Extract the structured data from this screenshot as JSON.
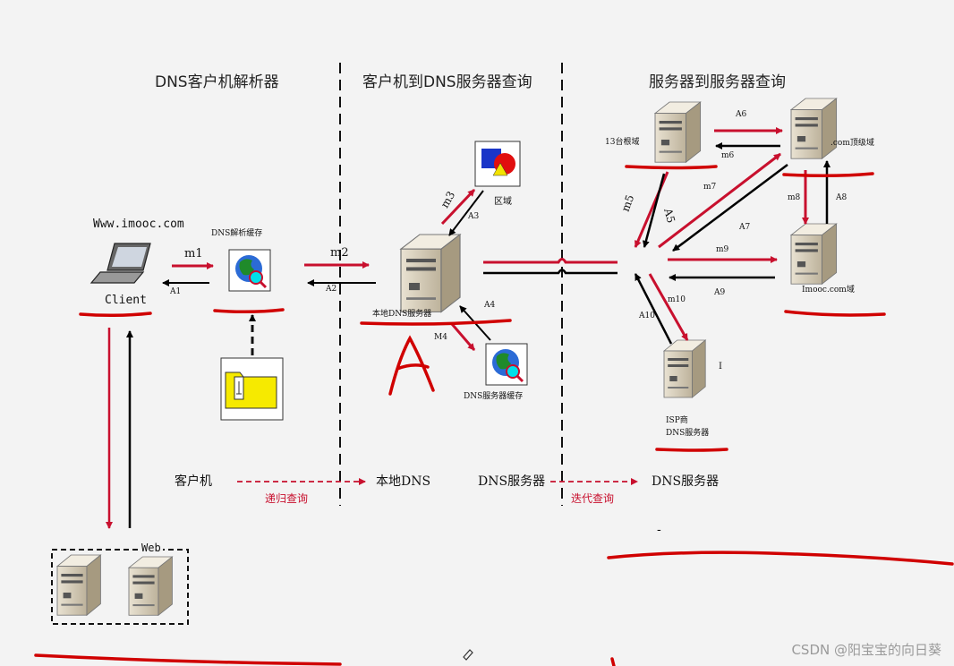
{
  "sections": {
    "resolver_title": "DNS客户机解析器",
    "client_to_server_title": "客户机到DNS服务器查询",
    "server_to_server_title": "服务器到服务器查询"
  },
  "nodes": {
    "url": "Www.imooc.com",
    "client": "Client",
    "resolver_cache": "DNS解析缓存",
    "local_dns": "本地DNS服务器",
    "zone": "区域",
    "dns_server_cache": "DNS服务器缓存",
    "root": "13台根域",
    "com_tld": ".com顶级域",
    "imooc_domain": "Imooc.com域",
    "isp_line1": "ISP商",
    "isp_line2": "DNS服务器",
    "isp_mark": "I",
    "web": "Web"
  },
  "edges": {
    "m1": "m1",
    "A1": "A1",
    "m2": "m2",
    "A2": "A2",
    "m3": "m3",
    "A3": "A3",
    "A4": "A4",
    "M4": "M4",
    "A6": "A6",
    "m6": "m6",
    "m5": "m5",
    "A5": "A5",
    "m7": "m7",
    "A7": "A7",
    "m8": "m8",
    "A8": "A8",
    "m9": "m9",
    "A9": "A9",
    "m10": "m10",
    "A10": "A10"
  },
  "bottom": {
    "client": "客户机",
    "recursive": "递归查询",
    "local_dns": "本地DNS",
    "dns_server_left": "DNS服务器",
    "iterative": "迭代查询",
    "dns_server_right": "DNS服务器",
    "dash": "-"
  },
  "annotation": "A",
  "watermark": "CSDN @阳宝宝的向日葵",
  "colors": {
    "red": "#c8102e",
    "black": "#000000",
    "bg": "#f3f3f3"
  }
}
